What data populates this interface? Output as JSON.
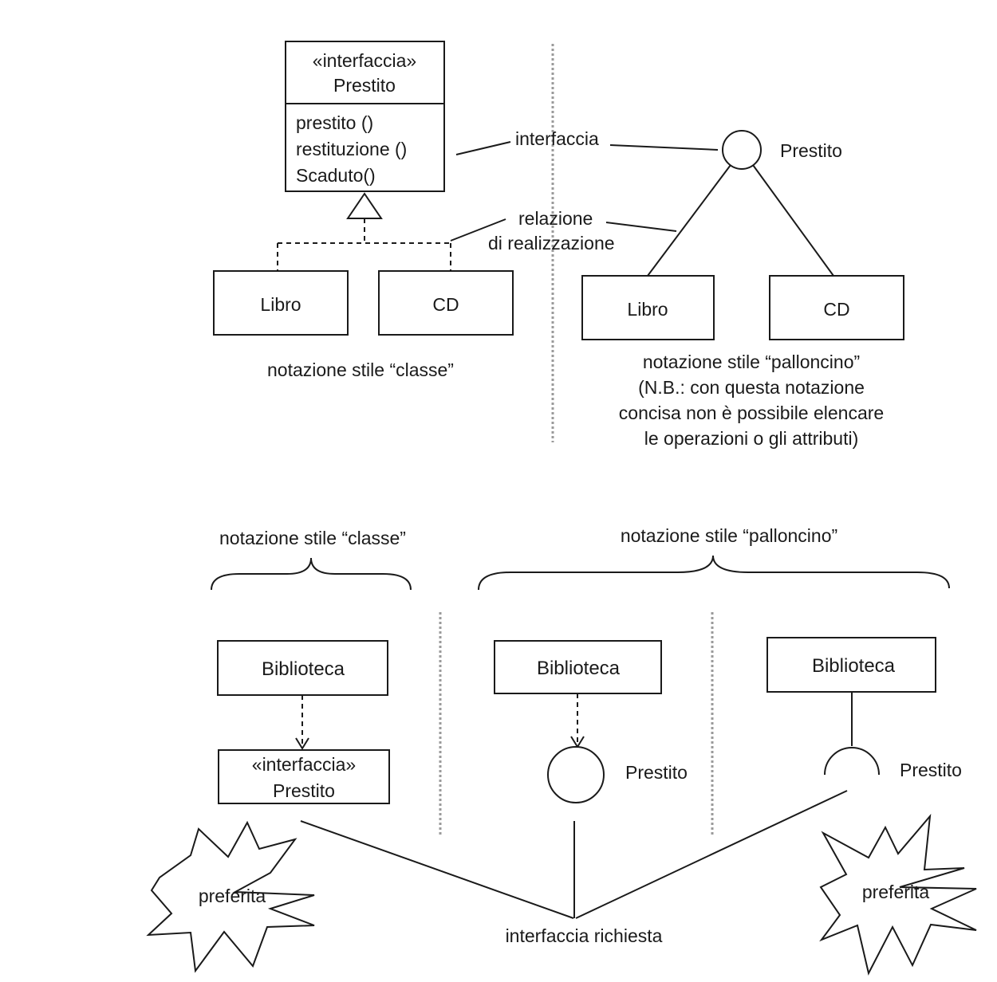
{
  "top": {
    "class_box": {
      "stereotype": "«interfaccia»",
      "name": "Prestito",
      "operations": [
        "prestito ()",
        "restituzione ()",
        "Scaduto()"
      ]
    },
    "left_realizers": [
      "Libro",
      "CD"
    ],
    "left_caption": "notazione stile “classe”",
    "interface_label": "interfaccia",
    "realization_label": [
      "relazione",
      "di realizzazione"
    ],
    "lollipop_name": "Prestito",
    "right_realizers": [
      "Libro",
      "CD"
    ],
    "right_caption": [
      "notazione stile “palloncino”",
      "(N.B.: con questa notazione",
      "concisa non è possibile elencare",
      "le operazioni o gli attributi)"
    ]
  },
  "bottom": {
    "brace_left_label": "notazione stile “classe”",
    "brace_right_label": "notazione stile “palloncino”",
    "panel_class": {
      "client": "Biblioteca",
      "stereotype": "«interfaccia»",
      "name": "Prestito"
    },
    "panel_ball": {
      "client": "Biblioteca",
      "interface_name": "Prestito"
    },
    "panel_socket": {
      "client": "Biblioteca",
      "interface_name": "Prestito"
    },
    "required_label": "interfaccia richiesta",
    "star_left": "preferita",
    "star_right": "preferita"
  }
}
